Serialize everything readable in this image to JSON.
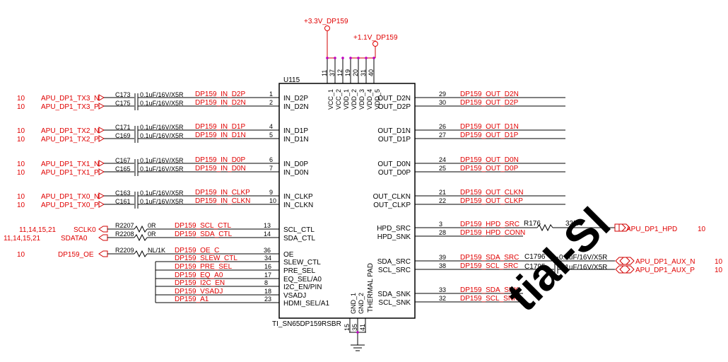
{
  "power": {
    "v33": "+3.3V_DP159",
    "v11": "+1.1V_DP159"
  },
  "ic": {
    "ref": "U115",
    "part": "TI_SN65DP159RSBR",
    "thermal_pad": "THERMAL PAD"
  },
  "top_pins": [
    {
      "num": "11",
      "name": "VCC_1"
    },
    {
      "num": "37",
      "name": "VCC_2"
    },
    {
      "num": "12",
      "name": "VDD_1"
    },
    {
      "num": "19",
      "name": "VDD_2"
    },
    {
      "num": "20",
      "name": "VDD_3"
    },
    {
      "num": "31",
      "name": "VDD_4"
    },
    {
      "num": "40",
      "name": "VDD_5"
    }
  ],
  "bottom_pins": [
    {
      "num": "15",
      "name": "GND_1"
    },
    {
      "num": "35",
      "name": "GND_2"
    },
    {
      "num": "41",
      "name": ""
    }
  ],
  "left_cap_rows": [
    {
      "sheet": "10",
      "net": "APU_DP1_TX3_N",
      "ref": "C173",
      "value": "0.1uF/16V/X5R",
      "dpnet": "DP159_IN_D2P",
      "pin": "1",
      "pin_name": "IN_D2P"
    },
    {
      "sheet": "10",
      "net": "APU_DP1_TX3_P",
      "ref": "C175",
      "value": "0.1uF/16V/X5R",
      "dpnet": "DP159_IN_D2N",
      "pin": "2",
      "pin_name": "IN_D2N"
    },
    {
      "sheet": "10",
      "net": "APU_DP1_TX2_N",
      "ref": "C171",
      "value": "0.1uF/16V/X5R",
      "dpnet": "DP159_IN_D1P",
      "pin": "4",
      "pin_name": "IN_D1P"
    },
    {
      "sheet": "10",
      "net": "APU_DP1_TX2_P",
      "ref": "C169",
      "value": "0.1uF/16V/X5R",
      "dpnet": "DP159_IN_D1N",
      "pin": "5",
      "pin_name": "IN_D1N"
    },
    {
      "sheet": "10",
      "net": "APU_DP1_TX1_N",
      "ref": "C167",
      "value": "0.1uF/16V/X5R",
      "dpnet": "DP159_IN_D0P",
      "pin": "6",
      "pin_name": "IN_D0P"
    },
    {
      "sheet": "10",
      "net": "APU_DP1_TX1_P",
      "ref": "C165",
      "value": "0.1uF/16V/X5R",
      "dpnet": "DP159_IN_D0N",
      "pin": "7",
      "pin_name": "IN_D0N"
    },
    {
      "sheet": "10",
      "net": "APU_DP1_TX0_N",
      "ref": "C163",
      "value": "0.1uF/16V/X5R",
      "dpnet": "DP159_IN_CLKP",
      "pin": "9",
      "pin_name": "IN_CLKP"
    },
    {
      "sheet": "10",
      "net": "APU_DP1_TX0_P",
      "ref": "C161",
      "value": "0.1uF/16V/X5R",
      "dpnet": "DP159_IN_CLKN",
      "pin": "10",
      "pin_name": "IN_CLKN"
    }
  ],
  "left_ctl_rows": [
    {
      "sheet": "11,14,15,21",
      "net": "SCLK0",
      "ref": "R2207",
      "value": "0R",
      "dpnet": "DP159_SCL_CTL",
      "pin": "13",
      "pin_name": "SCL_CTL"
    },
    {
      "sheet": "11,14,15,21",
      "net": "SDATA0",
      "ref": "R2208",
      "value": "0R",
      "dpnet": "DP159_SDA_CTL",
      "pin": "14",
      "pin_name": "SDA_CTL"
    },
    {
      "sheet": "10",
      "net": "DP159_OE",
      "ref": "R2209",
      "value": "NL/1K",
      "dpnet": "DP159_OE_C",
      "pin": "36",
      "pin_name": "OE"
    }
  ],
  "left_strap_rows": [
    {
      "dpnet": "DP159_SLEW_CTL",
      "pin": "34",
      "pin_name": "SLEW_CTL"
    },
    {
      "dpnet": "DP159_PRE_SEL",
      "pin": "16",
      "pin_name": "PRE_SEL"
    },
    {
      "dpnet": "DP159_EQ_A0",
      "pin": "17",
      "pin_name": "EQ_SEL/A0"
    },
    {
      "dpnet": "DP159_I2C_EN",
      "pin": "8",
      "pin_name": "I2C_EN/PIN"
    },
    {
      "dpnet": "DP159_VSADJ",
      "pin": "18",
      "pin_name": "VSADJ"
    },
    {
      "dpnet": "DP159_A1",
      "pin": "23",
      "pin_name": "HDMI_SEL/A1"
    }
  ],
  "right_rows": [
    {
      "pin": "29",
      "pin_name": "OUT_D2N",
      "dpnet": "DP159_OUT_D2N"
    },
    {
      "pin": "30",
      "pin_name": "OUT_D2P",
      "dpnet": "DP159_OUT_D2P"
    },
    {
      "pin": "26",
      "pin_name": "OUT_D1N",
      "dpnet": "DP159_OUT_D1N"
    },
    {
      "pin": "27",
      "pin_name": "OUT_D1P",
      "dpnet": "DP159_OUT_D1P"
    },
    {
      "pin": "24",
      "pin_name": "OUT_D0N",
      "dpnet": "DP159_OUT_D0N"
    },
    {
      "pin": "25",
      "pin_name": "OUT_D0P",
      "dpnet": "DP159_OUT_D0P"
    },
    {
      "pin": "21",
      "pin_name": "OUT_CLKN",
      "dpnet": "DP159_OUT_CLKN"
    },
    {
      "pin": "22",
      "pin_name": "OUT_CLKP",
      "dpnet": "DP159_OUT_CLKP"
    },
    {
      "pin": "3",
      "pin_name": "HPD_SRC",
      "dpnet": "DP159_HPD_SRC"
    },
    {
      "pin": "28",
      "pin_name": "HPD_SNK",
      "dpnet": "DP159_HPD_CONN"
    },
    {
      "pin": "39",
      "pin_name": "SDA_SRC",
      "dpnet": "DP159_SDA_SRC"
    },
    {
      "pin": "38",
      "pin_name": "SCL_SRC",
      "dpnet": "DP159_SCL_SRC"
    },
    {
      "pin": "33",
      "pin_name": "SDA_SNK",
      "dpnet": "DP159_SDA_SNK"
    },
    {
      "pin": "32",
      "pin_name": "SCL_SNK",
      "dpnet": "DP159_SCL_SNK"
    }
  ],
  "right_parts": {
    "hpd_res": {
      "ref": "R176",
      "value": "33R",
      "net": "APU_DP1_HPD",
      "sheet": "10"
    },
    "aux_n": {
      "ref": "C1796",
      "value": "0.1uF/16V/X5R",
      "net": "APU_DP1_AUX_N",
      "sheet": "10"
    },
    "aux_p": {
      "ref": "C1795",
      "value": "0.1uF/16V/X5R",
      "net": "APU_DP1_AUX_P",
      "sheet": "10"
    }
  },
  "watermark": "tial-Sl"
}
